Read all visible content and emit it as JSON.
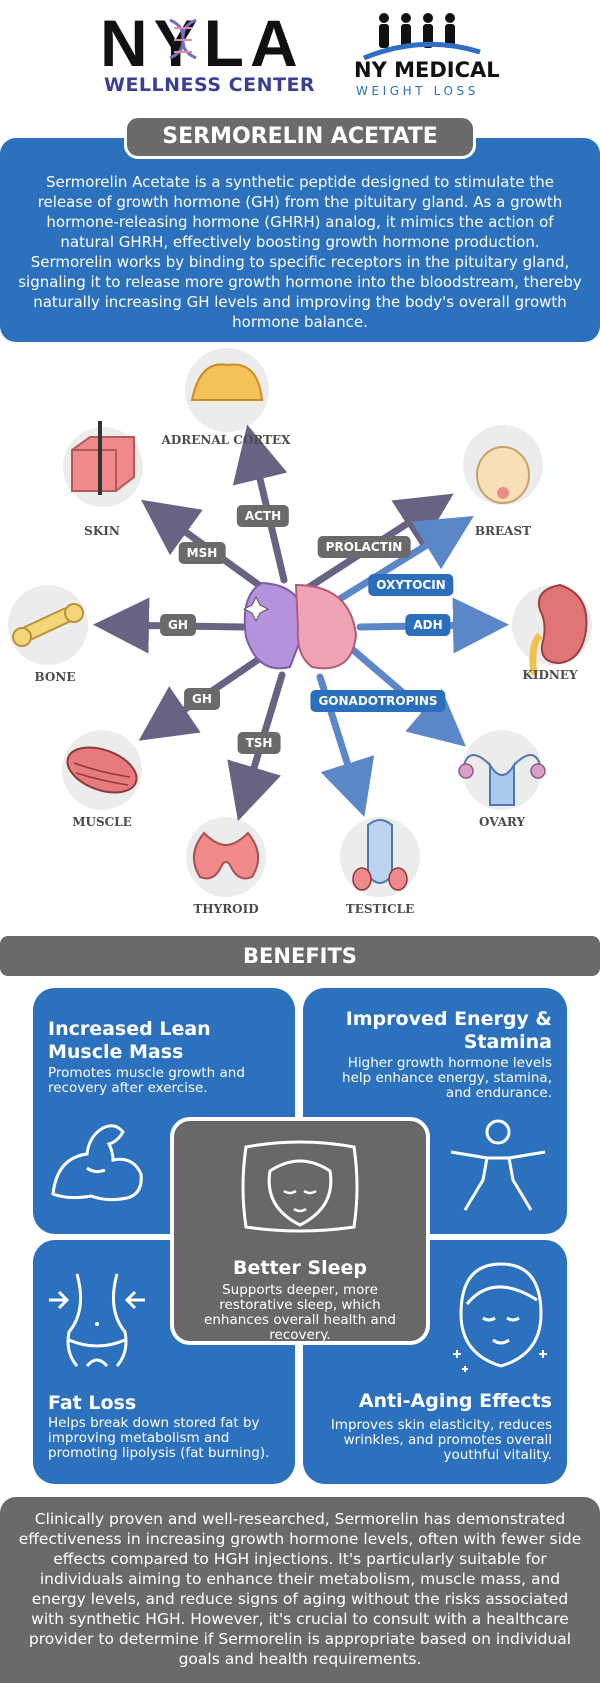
{
  "header": {
    "nyla_logo": {
      "wordmark": "NYLA",
      "subtitle": "WELLNESS CENTER"
    },
    "ny_medical_logo": {
      "title": "NY MEDICAL",
      "subtitle": "WEIGHT LOSS"
    }
  },
  "intro": {
    "title": "SERMORELIN ACETATE",
    "body": "Sermorelin Acetate is a synthetic peptide designed to stimulate the release of growth hormone (GH) from the pituitary gland. As a growth hormone-releasing hormone (GHRH) analog, it mimics the action of natural GHRH, effectively boosting growth hormone production. Sermorelin works by binding to specific receptors in the pituitary gland, signaling it to release more growth hormone into the bloodstream, thereby naturally increasing GH levels and improving the body's overall growth hormone balance."
  },
  "diagram": {
    "organs": {
      "adrenal_cortex": "ADRENAL CORTEX",
      "skin": "SKIN",
      "breast": "BREAST",
      "bone": "BONE",
      "kidney": "KIDNEY",
      "muscle": "MUSCLE",
      "ovary": "OVARY",
      "thyroid": "THYROID",
      "testicle": "TESTICLE"
    },
    "hormones": {
      "acth": "ACTH",
      "msh": "MSH",
      "prolactin": "PROLACTIN",
      "oxytocin": "OXYTOCIN",
      "gh_bone": "GH",
      "adh": "ADH",
      "gh_muscle": "GH",
      "gonadotropins": "GONADOTROPINS",
      "tsh": "TSH"
    },
    "colors": {
      "arrow_gray": "#6a6283",
      "arrow_blue": "#5b86c8",
      "chip_gray": "#6a6a6a",
      "chip_blue": "#2b6fbc",
      "pituitary_purple": "#b493dc",
      "pituitary_pink": "#f0a3b4"
    }
  },
  "benefits": {
    "heading": "BENEFITS",
    "muscle": {
      "title": "Increased Lean Muscle Mass",
      "body": "Promotes muscle growth and recovery after exercise."
    },
    "energy": {
      "title": "Improved Energy & Stamina",
      "body": "Higher growth hormone levels help enhance energy, stamina, and endurance."
    },
    "sleep": {
      "title": "Better Sleep",
      "body": "Supports deeper, more restorative sleep, which enhances overall health and recovery."
    },
    "fat_loss": {
      "title": "Fat Loss",
      "body": "Helps break down stored fat by improving metabolism and promoting lipolysis (fat burning)."
    },
    "anti_aging": {
      "title": "Anti-Aging Effects",
      "body": "Improves skin elasticity, reduces wrinkles, and promotes overall youthful vitality."
    }
  },
  "footer": {
    "text": "Clinically proven and well-researched, Sermorelin has demonstrated effectiveness in increasing growth hormone levels, often with fewer side effects compared to HGH injections. It's particularly suitable for individuals aiming to enhance their metabolism, muscle mass, and energy levels, and reduce signs of aging without the risks associated with synthetic HGH. However, it's crucial to consult with a healthcare provider to determine if Sermorelin is appropriate based on individual goals and health requirements."
  },
  "brand_colors": {
    "blue": "#2b71bd",
    "gray": "#6a6a6a",
    "navy": "#3b3f93"
  }
}
